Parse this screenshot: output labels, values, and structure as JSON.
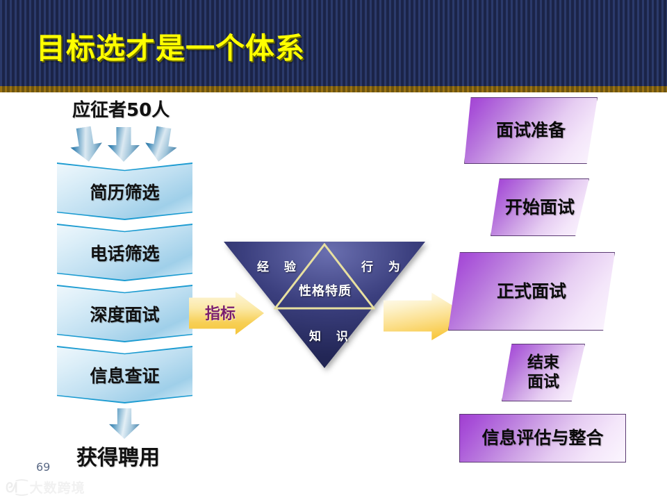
{
  "slide": {
    "title": "目标选才是一个体系",
    "page_number": "69",
    "title_bar_bg": "#1b2448",
    "title_text_color": "#ffff00",
    "title_bottom_band": "#9a7212"
  },
  "left_column": {
    "heading": "应征者50人",
    "down_arrows": [
      "down-arrow-icon",
      "down-arrow-icon",
      "down-arrow-icon"
    ],
    "steps": [
      {
        "label": "简历筛选"
      },
      {
        "label": "电话筛选"
      },
      {
        "label": "深度面试"
      },
      {
        "label": "信息查证"
      }
    ],
    "result_arrow_icon": "down-arrow-icon",
    "result_label": "获得聘用",
    "accent_color": "#1b9bd1"
  },
  "indicator": {
    "label": "指标",
    "label_color": "#7b1f6e",
    "arrow_icon": "right-arrow-icon",
    "arrow_color": "#f7cf55"
  },
  "competency_model": {
    "left_label": "经 验",
    "right_label": "行 为",
    "center_label": "性格特质",
    "bottom_label": "知 识",
    "fill_color": "#232757",
    "inner_outline_color": "#e8e0a0"
  },
  "transition": {
    "arrow_icon": "right-arrow-icon",
    "arrow_color": "#f8c63b"
  },
  "right_column": {
    "accent_color": "#a13fd0",
    "steps": [
      {
        "label": "面试准备",
        "lines": [
          "面试准备"
        ]
      },
      {
        "label": "开始面试",
        "lines": [
          "开始面试"
        ]
      },
      {
        "label": "正式面试",
        "lines": [
          "正式面试"
        ]
      },
      {
        "label": "结束面试",
        "lines": [
          "结束",
          "面试"
        ]
      },
      {
        "label": "信息评估与整合",
        "lines": [
          "信息评估与整合"
        ]
      }
    ]
  },
  "watermark": {
    "mark": "ᘛ⁐",
    "text": "大数跨境"
  }
}
